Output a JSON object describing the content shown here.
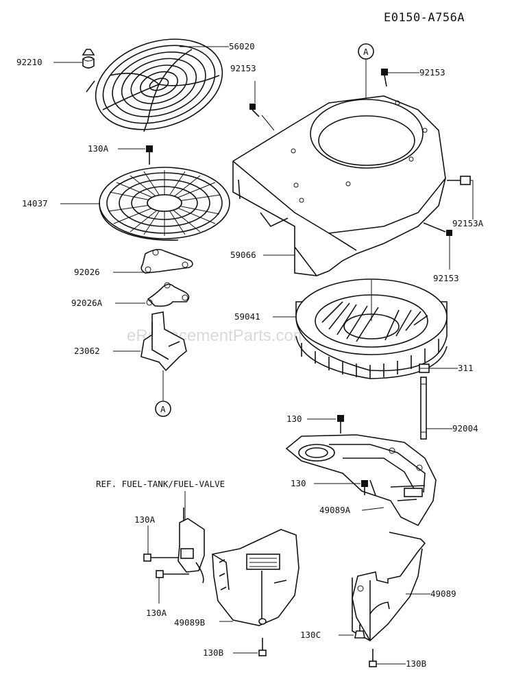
{
  "diagram": {
    "code": "E0150-A756A",
    "watermark": "eReplacementParts.com",
    "callout": "A",
    "parts": {
      "p92210": "92210",
      "p56020": "56020",
      "p92153_a": "92153",
      "p92153_b": "92153",
      "p92153_c": "92153",
      "p92153A": "92153A",
      "p130A_a": "130A",
      "p130A_b": "130A",
      "p130A_c": "130A",
      "p14037": "14037",
      "p59066": "59066",
      "p92026": "92026",
      "p92026A": "92026A",
      "p59041": "59041",
      "p23062": "23062",
      "p311": "311",
      "p130_a": "130",
      "p130_b": "130",
      "p92004": "92004",
      "p49089A": "49089A",
      "p49089": "49089",
      "p49089B": "49089B",
      "p130C": "130C",
      "p130B_a": "130B",
      "p130B_b": "130B"
    },
    "ref_note": "REF. FUEL-TANK/FUEL-VALVE"
  }
}
